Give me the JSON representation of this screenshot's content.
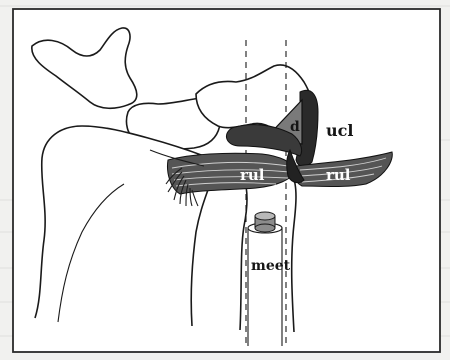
{
  "labels": {
    "d": "d",
    "ucl": "ucl",
    "rul_left": "rul",
    "rul_right": "rul",
    "meet": "meet"
  }
}
